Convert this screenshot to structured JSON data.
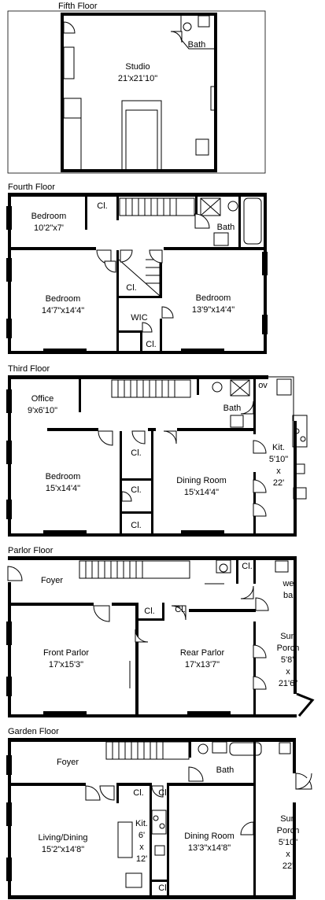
{
  "floors": [
    {
      "title": "Fifth Floor",
      "rooms": [
        {
          "name": "Studio",
          "dims": "21'x21'10\""
        },
        {
          "name": "Bath",
          "dims": ""
        }
      ]
    },
    {
      "title": "Fourth Floor",
      "rooms": [
        {
          "name": "Bedroom",
          "dims": "10'2\"x7'"
        },
        {
          "name": "Cl.",
          "dims": ""
        },
        {
          "name": "Bath",
          "dims": ""
        },
        {
          "name": "Bedroom",
          "dims": "14'7\"x14'4\""
        },
        {
          "name": "Cl.",
          "dims": ""
        },
        {
          "name": "Bedroom",
          "dims": "13'9\"x14'4\""
        },
        {
          "name": "WIC",
          "dims": ""
        },
        {
          "name": "Cl.",
          "dims": ""
        }
      ]
    },
    {
      "title": "Third Floor",
      "rooms": [
        {
          "name": "Office",
          "dims": "9'x6'10\""
        },
        {
          "name": "ov",
          "dims": ""
        },
        {
          "name": "Bath",
          "dims": ""
        },
        {
          "name": "Kit.",
          "dims": "5'10\"",
          "x": "x",
          "dims2": "22'"
        },
        {
          "name": "Bedroom",
          "dims": "15'x14'4\""
        },
        {
          "name": "Cl.",
          "dims": ""
        },
        {
          "name": "Dining Room",
          "dims": "15'x14'4\""
        },
        {
          "name": "Cl.",
          "dims": ""
        },
        {
          "name": "Cl.",
          "dims": ""
        }
      ]
    },
    {
      "title": "Parlor Floor",
      "rooms": [
        {
          "name": "Foyer",
          "dims": ""
        },
        {
          "name": "Cl.",
          "dims": ""
        },
        {
          "name": "wet",
          "dims": "bar"
        },
        {
          "name": "Cl.",
          "dims": ""
        },
        {
          "name": "Cl.",
          "dims": ""
        },
        {
          "name": "Front Parlor",
          "dims": "17'x15'3\""
        },
        {
          "name": "Rear Parlor",
          "dims": "17'x13'7\""
        },
        {
          "name": "Sun",
          "dims": "Porch",
          "dims2": "5'8\"",
          "x": "x",
          "dims3": "21'6\""
        }
      ]
    },
    {
      "title": "Garden Floor",
      "rooms": [
        {
          "name": "Foyer",
          "dims": ""
        },
        {
          "name": "Bath",
          "dims": ""
        },
        {
          "name": "Cl.",
          "dims": ""
        },
        {
          "name": "Cl.",
          "dims": ""
        },
        {
          "name": "Kit.",
          "dims": "6'",
          "x": "x",
          "dims2": "12'"
        },
        {
          "name": "Living/Dining",
          "dims": "15'2\"x14'8\""
        },
        {
          "name": "Dining Room",
          "dims": "13'3\"x14'8\""
        },
        {
          "name": "Sun",
          "dims": "Porch",
          "dims2": "5'10\"",
          "x": "x",
          "dims3": "22'"
        },
        {
          "name": "Cl.",
          "dims": ""
        }
      ]
    }
  ]
}
